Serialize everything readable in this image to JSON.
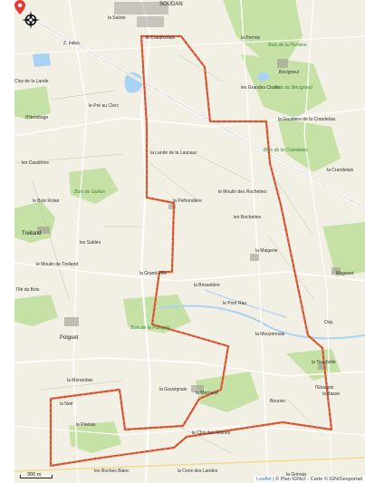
{
  "map": {
    "town_label": "SOUDAN",
    "labels": [
      {
        "text": "la Saïete",
        "kind": "place"
      },
      {
        "text": "le Coudroniais",
        "kind": "place"
      },
      {
        "text": "la Perrois",
        "kind": "place"
      },
      {
        "text": "Bois de la Perrière",
        "kind": "forest"
      },
      {
        "text": "Bécigneul",
        "kind": "place"
      },
      {
        "text": "Z. indus.",
        "kind": "place"
      },
      {
        "text": "Clos de la Lande",
        "kind": "place"
      },
      {
        "text": "le Pré au Clerc",
        "kind": "place"
      },
      {
        "text": "les Grandes Closes",
        "kind": "place"
      },
      {
        "text": "Bois de Bécigneul",
        "kind": "forest"
      },
      {
        "text": "l'Hermitage",
        "kind": "place"
      },
      {
        "text": "la Gaudière de la Crandelais",
        "kind": "place"
      },
      {
        "text": "la Lande de la Launaur",
        "kind": "place"
      },
      {
        "text": "Bois de la Crandelais",
        "kind": "forest"
      },
      {
        "text": "les Cassières",
        "kind": "place"
      },
      {
        "text": "la Crandelais",
        "kind": "place"
      },
      {
        "text": "Bois de Galian",
        "kind": "forest"
      },
      {
        "text": "le Moulin des Rochettes",
        "kind": "place"
      },
      {
        "text": "le Bois Rolan",
        "kind": "place"
      },
      {
        "text": "la Pelhondière",
        "kind": "place"
      },
      {
        "text": "les Rochettes",
        "kind": "place"
      },
      {
        "text": "Treiland",
        "kind": "big"
      },
      {
        "text": "les Sablés",
        "kind": "place"
      },
      {
        "text": "la Maigerie",
        "kind": "place"
      },
      {
        "text": "Magouet",
        "kind": "place"
      },
      {
        "text": "le Moulin de Treiland",
        "kind": "place"
      },
      {
        "text": "la Grand-Ville",
        "kind": "place"
      },
      {
        "text": "la Brissetière",
        "kind": "place"
      },
      {
        "text": "l'Ile du Bois",
        "kind": "place"
      },
      {
        "text": "le Pont Rau",
        "kind": "place"
      },
      {
        "text": "Bois de la Poinçais",
        "kind": "forest"
      },
      {
        "text": "Poiguet",
        "kind": "big"
      },
      {
        "text": "la Mouzonnais",
        "kind": "place"
      },
      {
        "text": "Oxp.",
        "kind": "place"
      },
      {
        "text": "la Touchette",
        "kind": "place"
      },
      {
        "text": "la Morandais",
        "kind": "place"
      },
      {
        "text": "la Gauvignais",
        "kind": "place"
      },
      {
        "text": "l'Ebaupin",
        "kind": "place"
      },
      {
        "text": "la Mercerie",
        "kind": "place"
      },
      {
        "text": "la Basse",
        "kind": "place"
      },
      {
        "text": "la Noé",
        "kind": "place"
      },
      {
        "text": "Boursin",
        "kind": "place"
      },
      {
        "text": "le Pirelais",
        "kind": "place"
      },
      {
        "text": "le Clos des Moines",
        "kind": "place"
      },
      {
        "text": "les Roches Blanc",
        "kind": "place"
      },
      {
        "text": "la Croix des Landes",
        "kind": "place"
      },
      {
        "text": "la Grimais",
        "kind": "place"
      }
    ],
    "route_color": "#e0603c",
    "forest_color": "#c5e1a5",
    "water_color": "#aad3f2",
    "road_color": "#ffffff",
    "scale_label": "300 m",
    "attribution_link": "Leaflet",
    "attribution_text": "| © Plan IGNv2 - Carte © IGN/Geoportail"
  }
}
